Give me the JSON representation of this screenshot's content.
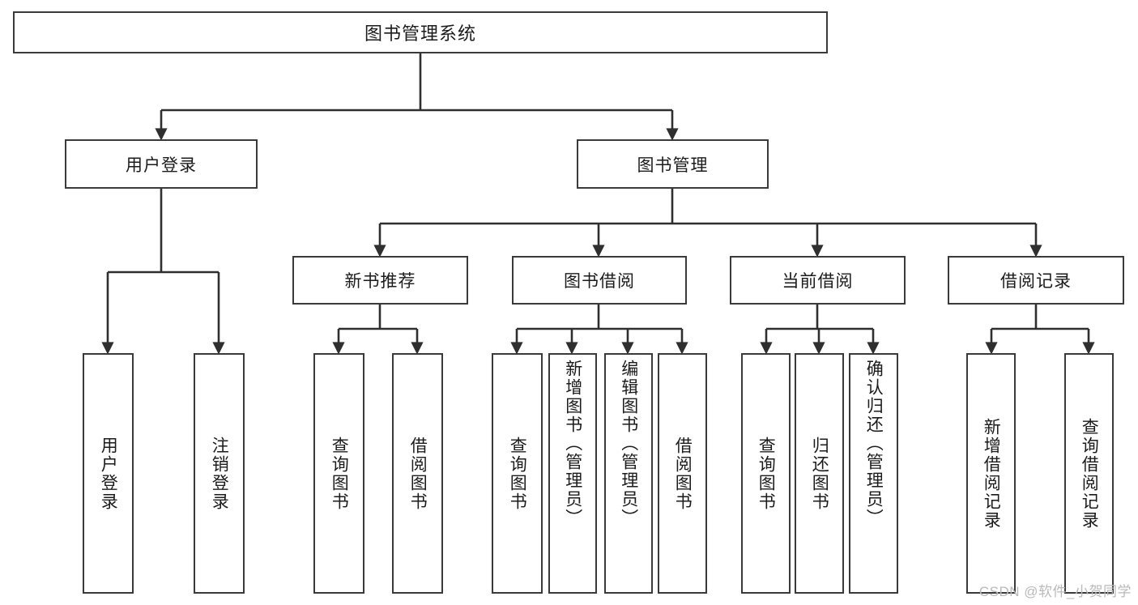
{
  "diagram": {
    "type": "tree",
    "title": "图书管理系统",
    "watermark": "CSDN @软件_小贺同学",
    "colors": {
      "box_border": "#3a3a3a",
      "box_fill": "#ffffff",
      "line": "#2f2f2f",
      "text": "#1b1b1b",
      "watermark": "#b9b9b9"
    },
    "nodes": {
      "root": {
        "label": "图书管理系统"
      },
      "level1": [
        {
          "label": "用户登录"
        },
        {
          "label": "图书管理"
        }
      ],
      "level2": [
        {
          "label": "新书推荐"
        },
        {
          "label": "图书借阅"
        },
        {
          "label": "当前借阅"
        },
        {
          "label": "借阅记录"
        }
      ],
      "leaves": {
        "user_login": [
          {
            "label": "用户登录"
          },
          {
            "label": "注销登录"
          }
        ],
        "new_book_recommend": [
          {
            "label": "查询图书"
          },
          {
            "label": "借阅图书"
          }
        ],
        "book_borrow": [
          {
            "label": "查询图书"
          },
          {
            "label": "新增图书（管理员）"
          },
          {
            "label": "编辑图书（管理员）"
          },
          {
            "label": "借阅图书"
          }
        ],
        "current_borrow": [
          {
            "label": "查询图书"
          },
          {
            "label": "归还图书"
          },
          {
            "label": "确认归还（管理员）"
          }
        ],
        "borrow_record": [
          {
            "label": "新增借阅记录"
          },
          {
            "label": "查询借阅记录"
          }
        ]
      }
    }
  }
}
